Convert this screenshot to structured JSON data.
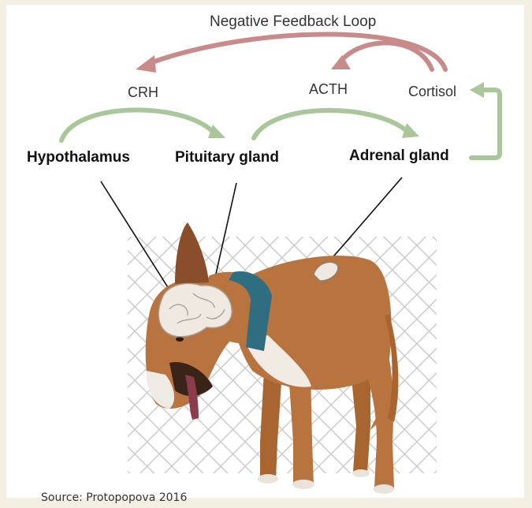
{
  "diagram": {
    "title": "Negative Feedback Loop",
    "hormones": {
      "crh": "CRH",
      "acth": "ACTH",
      "cortisol": "Cortisol"
    },
    "organs": {
      "hypothalamus": "Hypothalamus",
      "pituitary": "Pituitary gland",
      "adrenal": "Adrenal gland"
    },
    "colors": {
      "feedback_arrow": "#c98a8a",
      "forward_arrow": "#a9c79a",
      "dog_body": "#b8733f",
      "collar": "#2f6e80",
      "brain": "#efe9e2"
    }
  },
  "caption": "Source: Protopopova 2016"
}
